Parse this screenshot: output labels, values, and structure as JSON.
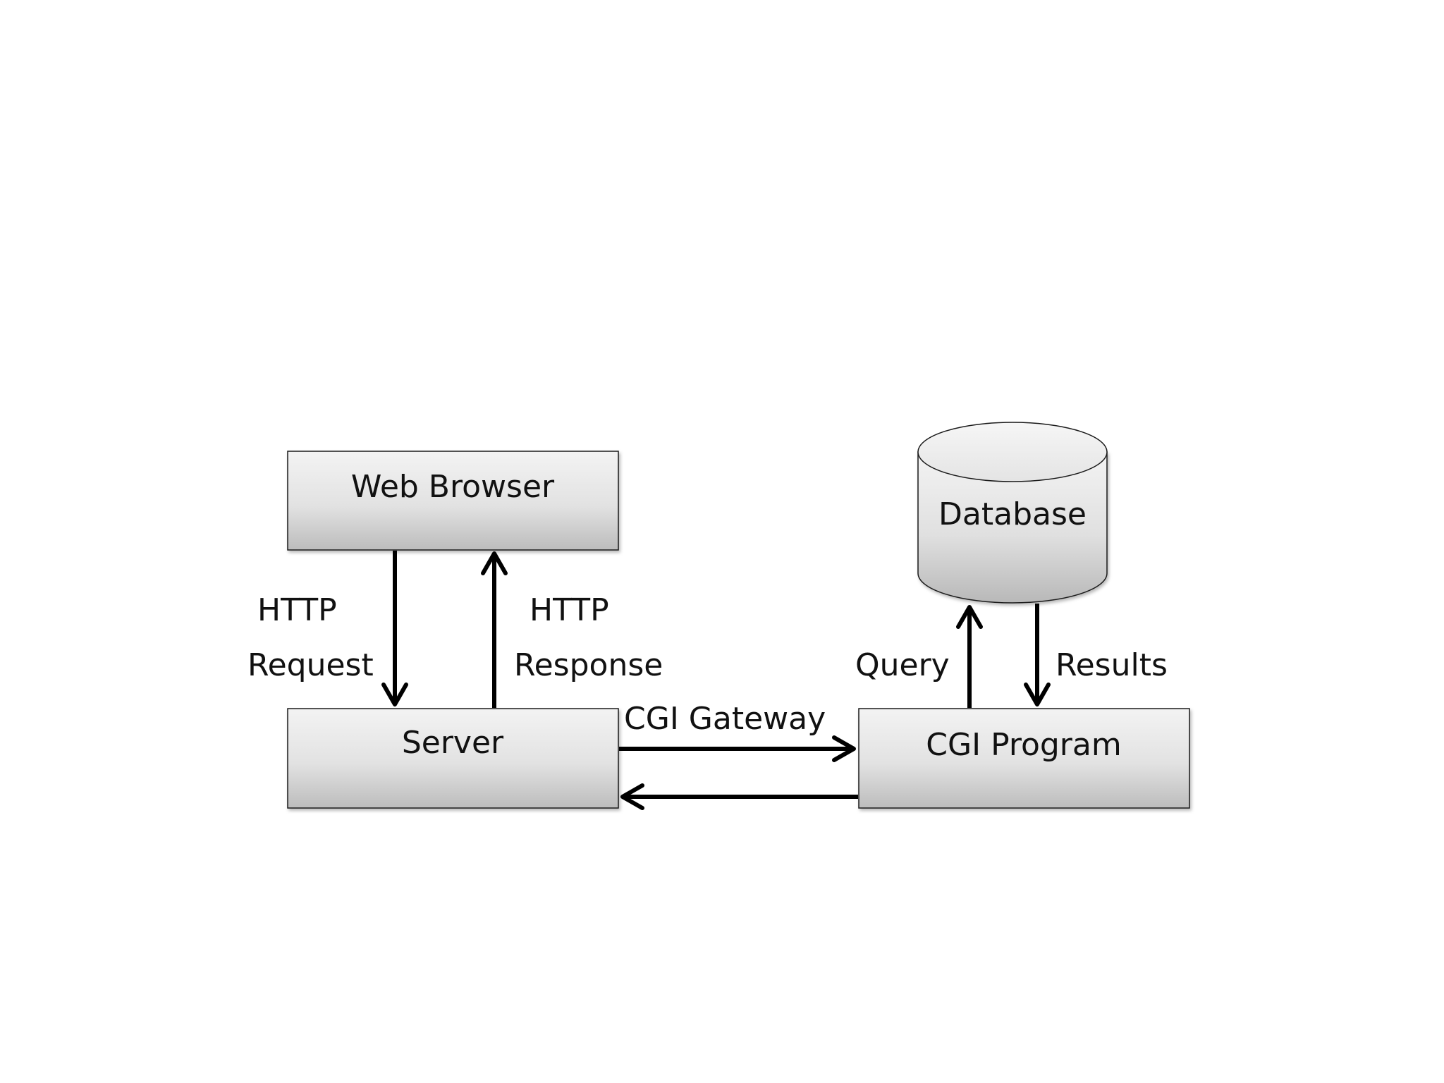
{
  "diagram": {
    "nodes": {
      "web_browser": {
        "label": "Web Browser"
      },
      "server": {
        "label": "Server"
      },
      "cgi_program": {
        "label": "CGI Program"
      },
      "database": {
        "label": "Database"
      }
    },
    "edges": {
      "http_request": {
        "label_line1": "HTTP",
        "label_line2": "Request"
      },
      "http_response": {
        "label_line1": "HTTP",
        "label_line2": "Response"
      },
      "cgi_gateway": {
        "label": "CGI Gateway"
      },
      "query": {
        "label": "Query"
      },
      "results": {
        "label": "Results"
      }
    }
  },
  "colors": {
    "box_fill_top": "#f2f2f2",
    "box_fill_bottom": "#bfbfbf",
    "stroke": "#000000",
    "text": "#111111"
  }
}
